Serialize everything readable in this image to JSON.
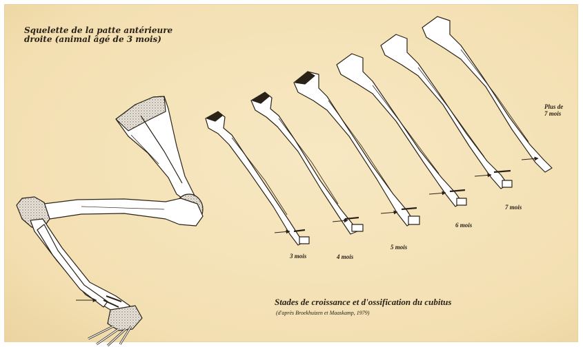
{
  "diagram": {
    "title_line1": "Squelette de la patte antérieure",
    "title_line2": "droite (animal âgé de 3 mois)",
    "stages": [
      {
        "label": "3 mois"
      },
      {
        "label": "4 mois"
      },
      {
        "label": "5 mois"
      },
      {
        "label": "6 mois"
      },
      {
        "label": "7 mois"
      },
      {
        "label_line1": "Plus de",
        "label_line2": "7 mois"
      }
    ],
    "caption": "Stades de croissance et d'ossification du cubitus",
    "source": "(d'après Broekhuizen et Maaskamp, 1979)"
  },
  "colors": {
    "background": "#f5e3b8",
    "ink": "#2b2217",
    "bone": "#ffffff"
  }
}
